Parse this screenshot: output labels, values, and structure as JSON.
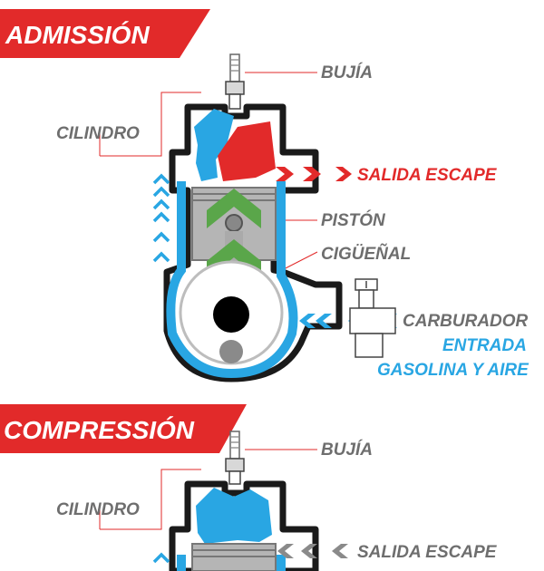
{
  "colors": {
    "red": "#e22a2a",
    "blue": "#29a6e3",
    "green": "#5aa64a",
    "gray_label": "#6e6e6e",
    "cylinder_wall": "#1a1a1a",
    "piston_gray": "#b5b5b5"
  },
  "sections": [
    {
      "title": "ADMISSIÓN",
      "labels": {
        "bujia": "BUJÍA",
        "cilindro": "CILINDRO",
        "salida_escape": "SALIDA ESCAPE",
        "piston": "PISTÓN",
        "ciguenal": "CIGÜEÑAL",
        "carburador": "CARBURADOR",
        "entrada": "ENTRADA",
        "gasolina_aire": "GASOLINA Y AIRE"
      }
    },
    {
      "title": "COMPRESSIÓN",
      "labels": {
        "bujia": "BUJÍA",
        "cilindro": "CILINDRO",
        "salida_escape": "SALIDA ESCAPE"
      }
    }
  ],
  "icons": [
    "spark-plug-icon",
    "carburetor-icon",
    "crankshaft-icon",
    "piston-icon"
  ]
}
